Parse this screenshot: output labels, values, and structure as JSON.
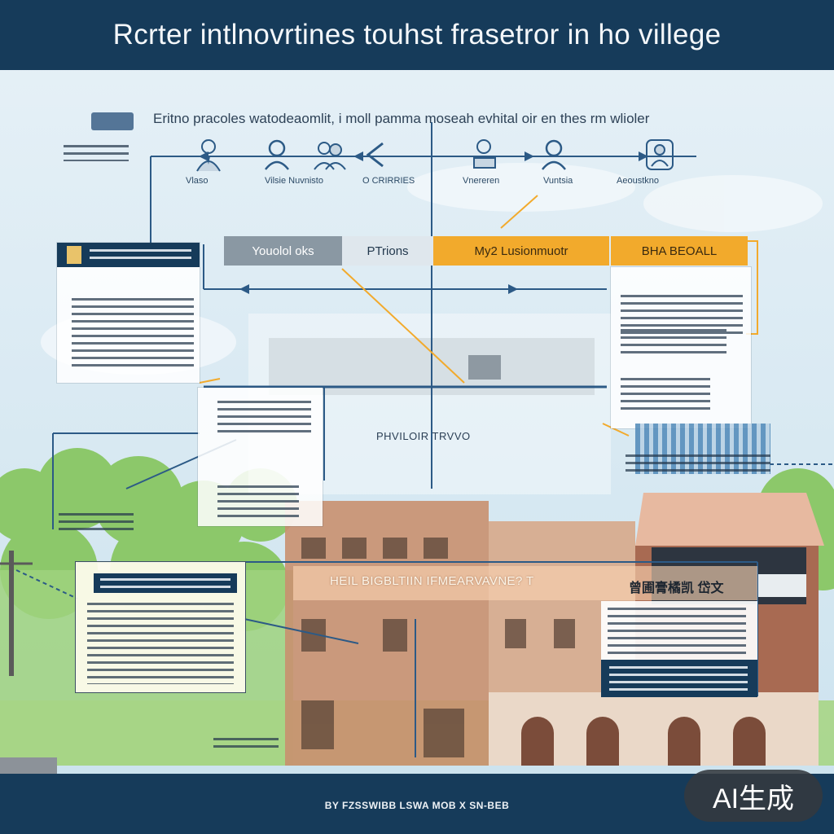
{
  "header": {
    "title": "Rcrter intlnovrtines touhst frasetror in ho villege"
  },
  "subtitle": "Eritno pracoles watodeaomlit, i moll pamma moseah evhital oir en thes rm wlioler",
  "icons": [
    {
      "icon": "businessman-icon",
      "label": "Vlaso"
    },
    {
      "icon": "person-icon",
      "label": "Vilsie Nuvnisto"
    },
    {
      "icon": "person-group-icon",
      "label": ""
    },
    {
      "icon": "chevron-left-icon",
      "label": "O CRIRRIES"
    },
    {
      "icon": "person-laptop-icon",
      "label": "Vnereren"
    },
    {
      "icon": "person-icon",
      "label": "Vuntsia"
    },
    {
      "icon": "figure-frame-icon",
      "label": "Aeoustkno"
    }
  ],
  "bars": {
    "gray": "Youolol oks",
    "light": "PTrions",
    "orange": "My2 Lusionmuotr",
    "right": "BHA BEOALL"
  },
  "middle_label": "PHVILOIR TRVVO",
  "lower_bar": "HEIL BIGBLTIIN IFMEARVAVNE? T",
  "cjk_header": "曾圃膏橘凯 岱文",
  "footer": "BY FZSSWIBB LSWA MOB X SN-BEB",
  "badge": "AI生成",
  "colors": {
    "navy": "#163b5a",
    "orange": "#f2aa2c",
    "sky": "#dbe9f2",
    "grass": "#8cc86a",
    "brick": "#b5735a"
  }
}
